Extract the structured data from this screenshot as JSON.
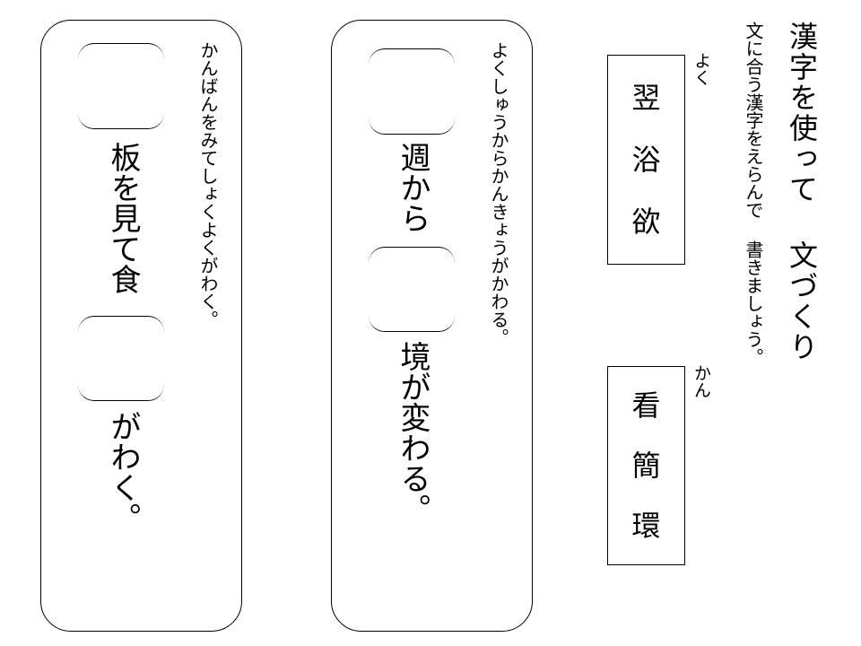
{
  "header": {
    "title": "漢字を使って 文づくり",
    "instruction": "文に合う漢字をえらんで 書きましょう。"
  },
  "choices": [
    {
      "reading": "よく",
      "kanji": [
        "翌",
        "浴",
        "欲"
      ]
    },
    {
      "reading": "かん",
      "kanji": [
        "看",
        "簡",
        "環"
      ]
    }
  ],
  "cards": [
    {
      "reading": "かんばんをみてしょくよくがわく。",
      "parts": [
        "板を見て食",
        "がわく。"
      ]
    },
    {
      "reading": "よくしゅうからかんきょうがかわる。",
      "parts": [
        "週から",
        "境が変わる。"
      ]
    }
  ]
}
